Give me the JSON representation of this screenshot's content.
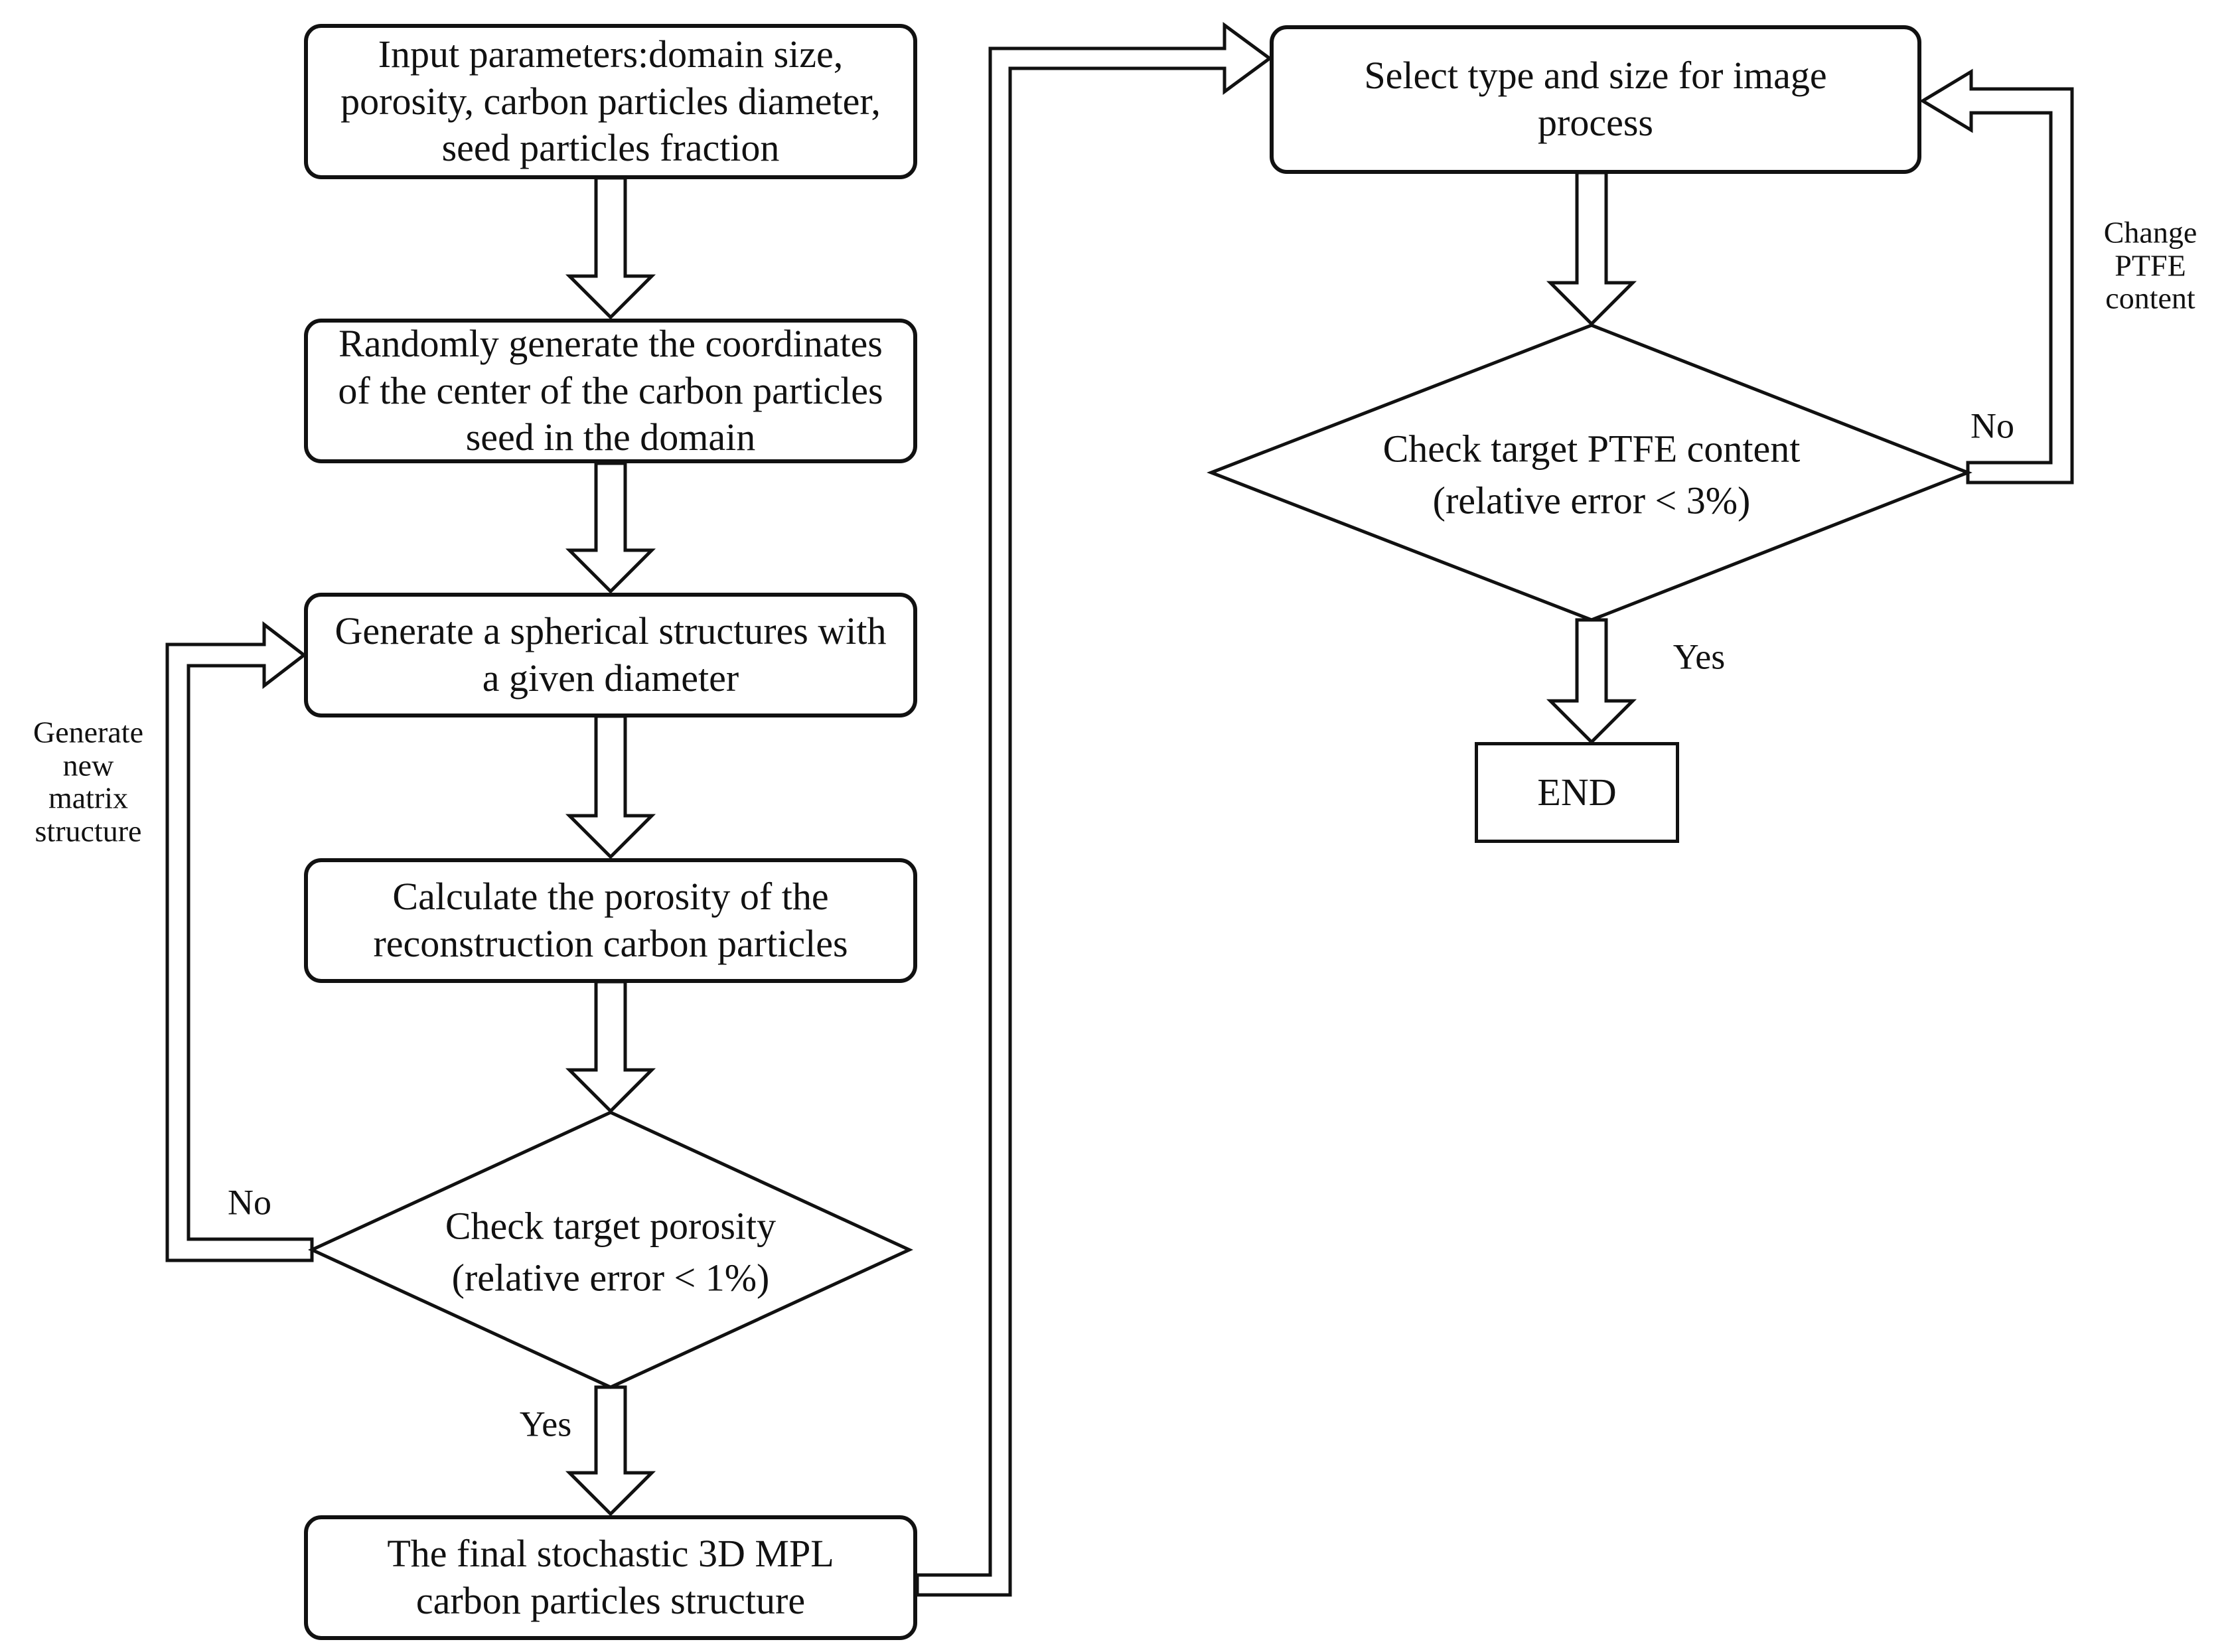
{
  "flowchart": {
    "title": "MPL stochastic reconstruction flowchart",
    "colors": {
      "stroke": "#111111",
      "background": "#ffffff"
    },
    "nodes": {
      "input": {
        "text": "Input parameters:domain size,\nporosity, carbon particles diameter,\nseed particles fraction"
      },
      "random_coords": {
        "text": "Randomly generate the coordinates\nof the center of the carbon particles\nseed in the domain"
      },
      "generate_spherical": {
        "text": "Generate a spherical structures with\na given diameter"
      },
      "calculate_porosity": {
        "text": "Calculate the porosity of the\nreconstruction carbon particles"
      },
      "check_porosity": {
        "text": "Check target porosity\n(relative error < 1%)"
      },
      "final_structure": {
        "text": "The final stochastic 3D MPL\ncarbon particles structure"
      },
      "select_type": {
        "text": "Select type and size for image\nprocess"
      },
      "check_ptfe": {
        "text": "Check target PTFE content\n(relative error < 3%)"
      },
      "end": {
        "text": "END"
      }
    },
    "labels": {
      "yes_porosity": "Yes",
      "no_porosity": "No",
      "yes_ptfe": "Yes",
      "no_ptfe": "No",
      "generate_new_matrix": "Generate\nnew\nmatrix\nstructure",
      "change_ptfe": "Change\nPTFE\ncontent"
    }
  }
}
